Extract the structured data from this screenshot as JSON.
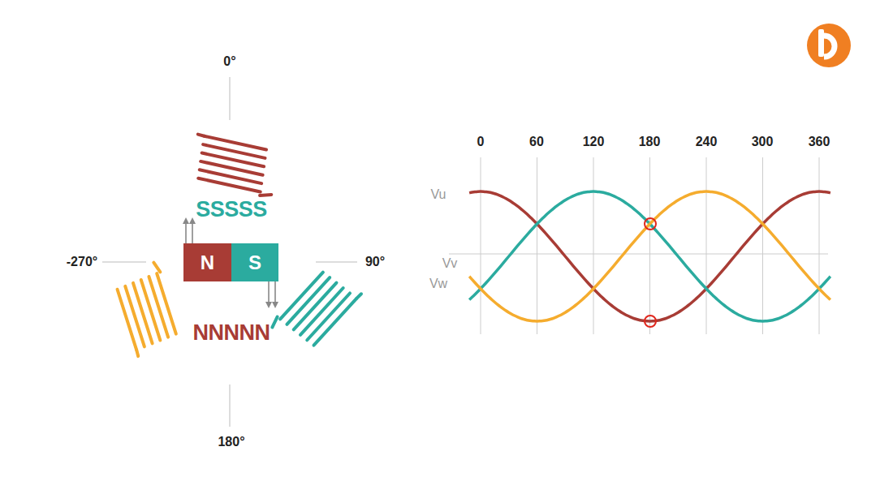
{
  "diagram": {
    "nodes": [
      {
        "text": [
          "N"
        ]
      },
      {
        "text": [
          "S"
        ]
      }
    ],
    "labels": [
      "0°",
      "90°",
      "180°",
      "-270°",
      "SSSSS",
      "NNNNN",
      "0",
      "60",
      "120",
      "180",
      "240",
      "300",
      "360",
      "Vu",
      "Vv",
      "Vw"
    ]
  }
}
